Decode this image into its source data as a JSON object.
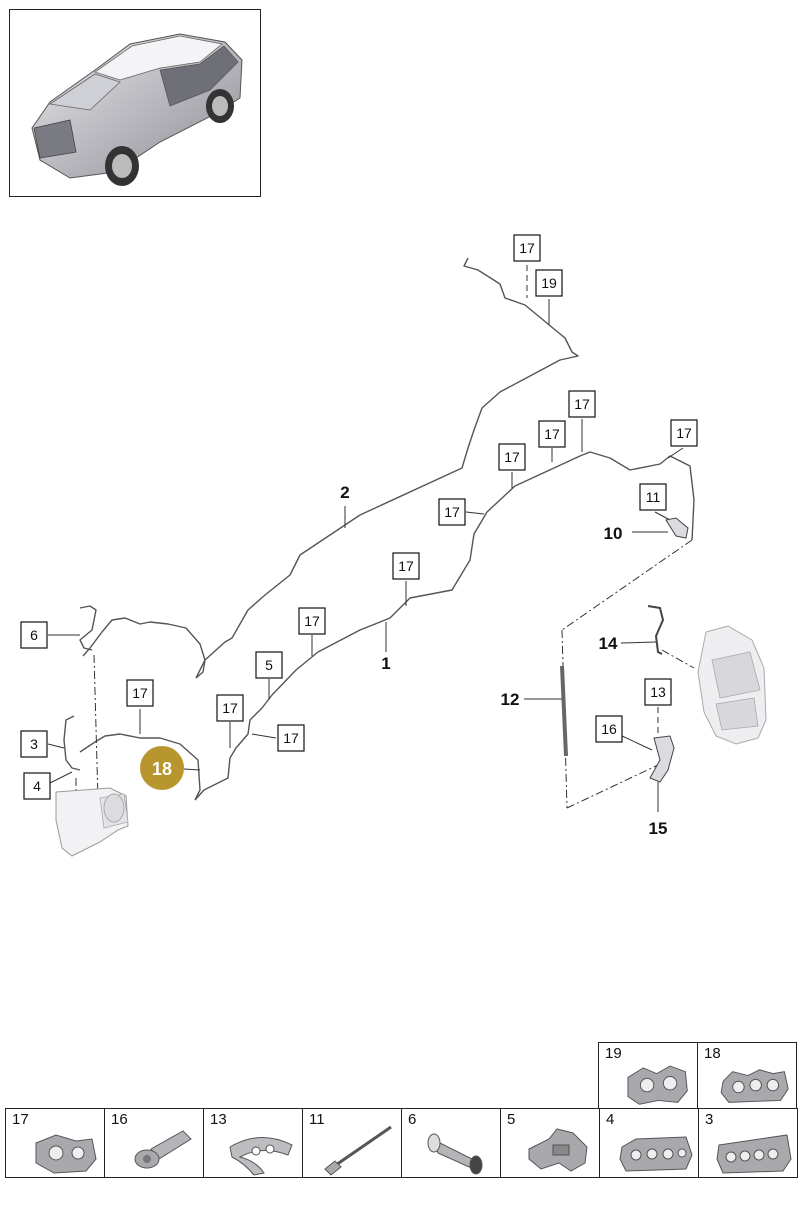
{
  "diagram": {
    "callouts": [
      {
        "id": "c17a",
        "label": "17",
        "boxed": true
      },
      {
        "id": "c19",
        "label": "19",
        "boxed": true
      },
      {
        "id": "c17b",
        "label": "17",
        "boxed": true
      },
      {
        "id": "c17c",
        "label": "17",
        "boxed": true
      },
      {
        "id": "c17d",
        "label": "17",
        "boxed": true
      },
      {
        "id": "c17e",
        "label": "17",
        "boxed": true
      },
      {
        "id": "c11",
        "label": "11",
        "boxed": true
      },
      {
        "id": "c10",
        "label": "10",
        "boxed": false
      },
      {
        "id": "c17f",
        "label": "17",
        "boxed": true
      },
      {
        "id": "c2",
        "label": "2",
        "boxed": false
      },
      {
        "id": "c17g",
        "label": "17",
        "boxed": true
      },
      {
        "id": "c17h",
        "label": "17",
        "boxed": true
      },
      {
        "id": "c6",
        "label": "6",
        "boxed": true
      },
      {
        "id": "c5",
        "label": "5",
        "boxed": true
      },
      {
        "id": "c1",
        "label": "1",
        "boxed": false
      },
      {
        "id": "c14",
        "label": "14",
        "boxed": false
      },
      {
        "id": "c17i",
        "label": "17",
        "boxed": true
      },
      {
        "id": "c13",
        "label": "13",
        "boxed": true
      },
      {
        "id": "c12",
        "label": "12",
        "boxed": false
      },
      {
        "id": "c17j",
        "label": "17",
        "boxed": true
      },
      {
        "id": "c16",
        "label": "16",
        "boxed": true
      },
      {
        "id": "c3",
        "label": "3",
        "boxed": true
      },
      {
        "id": "c17k",
        "label": "17",
        "boxed": true
      },
      {
        "id": "c4",
        "label": "4",
        "boxed": true
      },
      {
        "id": "c15",
        "label": "15",
        "boxed": false
      }
    ],
    "highlight": {
      "label": "18",
      "color": "#b8962e"
    }
  },
  "parts_grid": {
    "top_row": [
      {
        "num": "19",
        "icon": "double-pipe-clip-icon"
      },
      {
        "num": "18",
        "icon": "triple-pipe-clip-icon"
      }
    ],
    "bottom_row": [
      {
        "num": "17",
        "icon": "pipe-clip-icon"
      },
      {
        "num": "16",
        "icon": "bolt-icon"
      },
      {
        "num": "13",
        "icon": "spring-clip-icon"
      },
      {
        "num": "11",
        "icon": "bleeder-pin-icon"
      },
      {
        "num": "6",
        "icon": "sleeve-icon"
      },
      {
        "num": "5",
        "icon": "bracket-holder-icon"
      },
      {
        "num": "4",
        "icon": "quad-pipe-clip-icon"
      },
      {
        "num": "3",
        "icon": "multi-pipe-clip-icon"
      }
    ]
  },
  "colors": {
    "line": "#555555",
    "highlight": "#b8962e",
    "part_fill": "#a9a9ad"
  }
}
